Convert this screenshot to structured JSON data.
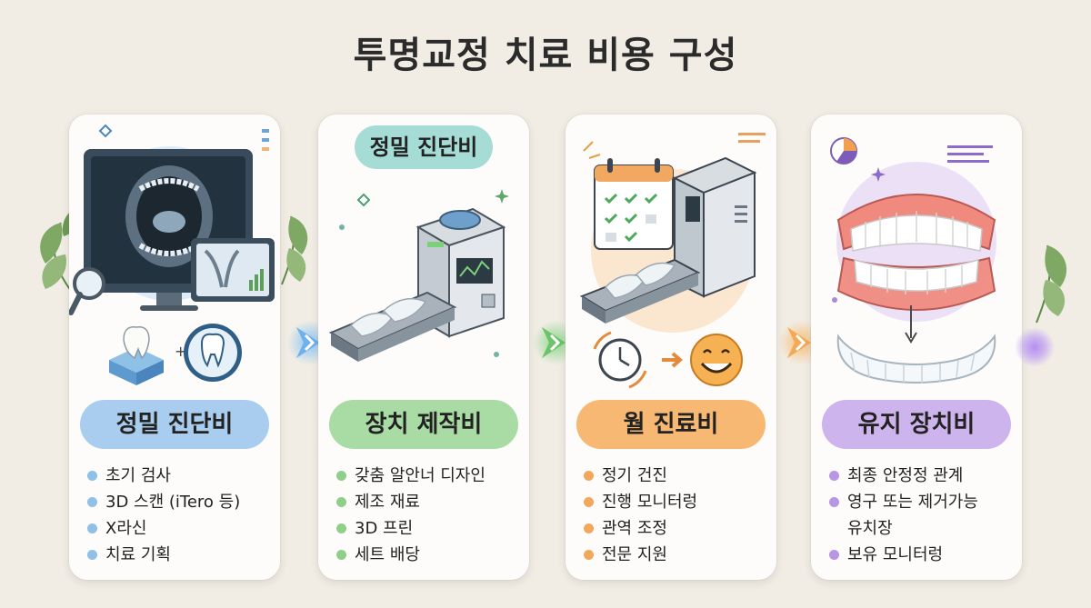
{
  "title": "투명교정 치료 비용 구성",
  "colors": {
    "background": "#f1ede5",
    "blue": "#a9cdee",
    "teal": "#a6dcd6",
    "green": "#a9dba4",
    "orange": "#f6b873",
    "purple": "#cdb4ec"
  },
  "cards": [
    {
      "label": "정밀 진단비",
      "icons": [
        "monitor-xray-icon",
        "magnifier-icon",
        "tooth-icon"
      ],
      "items": [
        "초기 검사",
        "3D 스캔 (iTero 등)",
        "X라신",
        "치료 기획"
      ]
    },
    {
      "top_label": "정밀 진단비",
      "label": "장치 제작비",
      "icons": [
        "fabrication-machine-icon",
        "conveyor-aligner-icon"
      ],
      "items": [
        "갖춤 알안너 디자인",
        "제조 재료",
        "3D 프린",
        "세트 배당"
      ]
    },
    {
      "label": "월 진료비",
      "icons": [
        "calendar-icon",
        "clock-icon",
        "smiley-icon"
      ],
      "items": [
        "정기 건진",
        "진행 모니터렁",
        "관역 조정",
        "전문 지원"
      ]
    },
    {
      "label": "유지 장치비",
      "icons": [
        "teeth-model-icon",
        "retainer-icon"
      ],
      "items": [
        "최종 안정정 관계",
        "영구 또는 제거가능",
        "유치장",
        "보유 모니터렁"
      ]
    }
  ]
}
